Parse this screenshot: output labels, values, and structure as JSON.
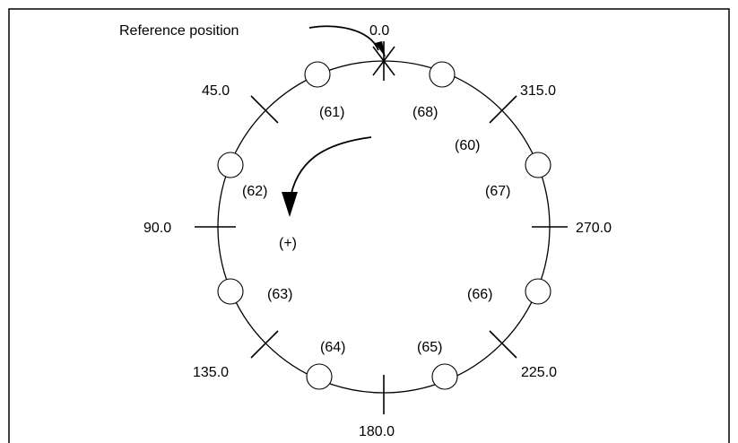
{
  "labels": {
    "reference": "Reference position",
    "direction": "(+)"
  },
  "angles": [
    {
      "label": "0.0"
    },
    {
      "label": "45.0"
    },
    {
      "label": "90.0"
    },
    {
      "label": "135.0"
    },
    {
      "label": "180.0"
    },
    {
      "label": "225.0"
    },
    {
      "label": "270.0"
    },
    {
      "label": "315.0"
    }
  ],
  "pots": [
    {
      "label": "(61)"
    },
    {
      "label": "(68)"
    },
    {
      "label": "(60)"
    },
    {
      "label": "(62)"
    },
    {
      "label": "(67)"
    },
    {
      "label": "(63)"
    },
    {
      "label": "(66)"
    },
    {
      "label": "(64)"
    },
    {
      "label": "(65)"
    }
  ]
}
